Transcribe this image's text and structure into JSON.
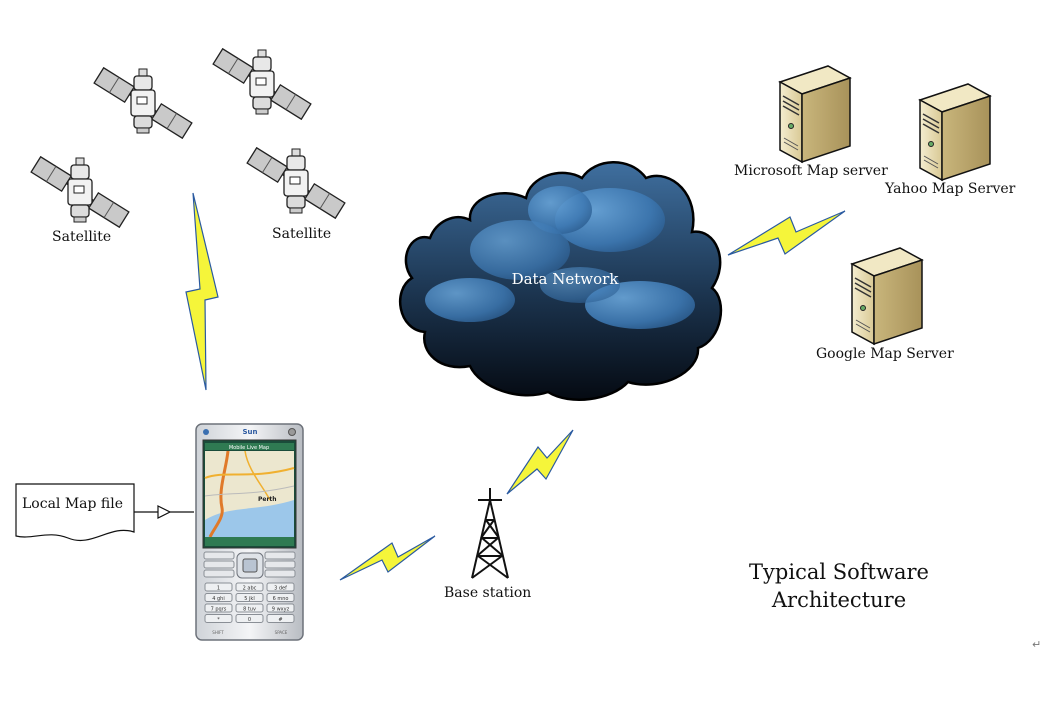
{
  "labels": {
    "satellite_1": "Satellite",
    "satellite_2": "Satellite",
    "data_network": "Data Network",
    "microsoft_server": "Microsoft Map server",
    "yahoo_server": "Yahoo Map Server",
    "google_server": "Google Map Server",
    "local_map_file": "Local Map file",
    "base_station": "Base station",
    "title_line1": "Typical Software",
    "title_line2": "Architecture"
  },
  "phone": {
    "brand": "Sun",
    "app_title": "Mobile Live Map",
    "city": "Perth",
    "softkeys": [
      "SHIFT",
      "SPACE"
    ],
    "keys": [
      "1",
      "2 abc",
      "3 def",
      "4 ghi",
      "5 jkl",
      "6 mno",
      "7 pqrs",
      "8 tuv",
      "9 wxyz",
      "*",
      "0",
      "#"
    ]
  },
  "colors": {
    "lightning_fill": "#f5f53a",
    "lightning_stroke": "#2a5aa0",
    "cloud_dark": "#0d1a2a",
    "cloud_light": "#4d86c0",
    "server_body": "#e8ddb5"
  },
  "return_mark": "↵"
}
